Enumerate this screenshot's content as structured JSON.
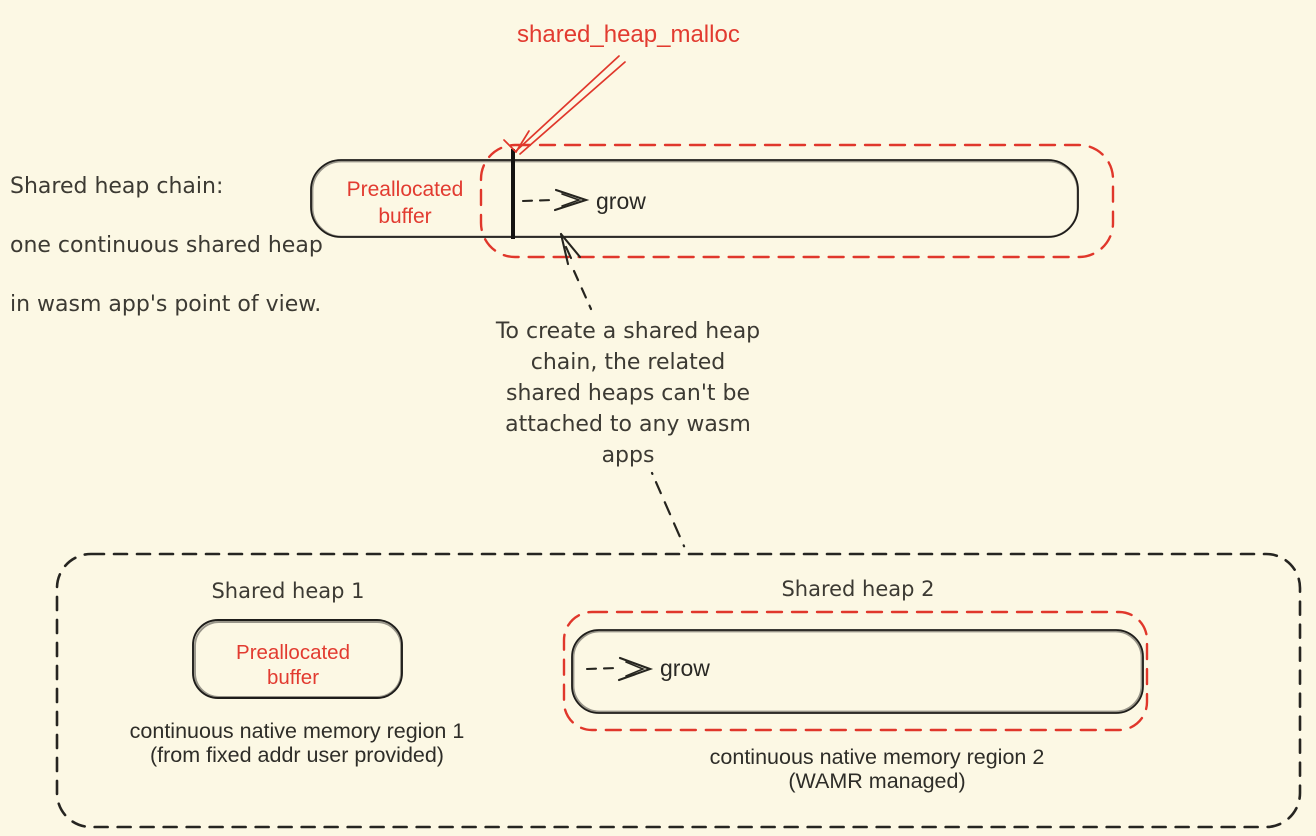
{
  "colors": {
    "background": "#FCF8E4",
    "accent_red": "#E23B30",
    "ink_black": "#1E1D1A",
    "text_dark": "#3C3A33"
  },
  "top": {
    "malloc_label": "shared_heap_malloc",
    "intro_lines": [
      "Shared heap chain:",
      "one continuous shared heap",
      "in wasm app's point of view."
    ],
    "buffer_label": "Preallocated\nbuffer",
    "grow_label": "grow"
  },
  "note": {
    "text": "To create a shared heap\nchain, the related\nshared heaps can't be\nattached to any wasm\napps"
  },
  "bottom": {
    "heap1": {
      "title": "Shared heap 1",
      "buffer_label": "Preallocated\nbuffer",
      "caption": "continuous native memory region 1\n(from fixed addr user provided)"
    },
    "heap2": {
      "title": "Shared heap 2",
      "grow_label": "grow",
      "caption": "continuous native memory region 2\n(WAMR managed)"
    }
  }
}
